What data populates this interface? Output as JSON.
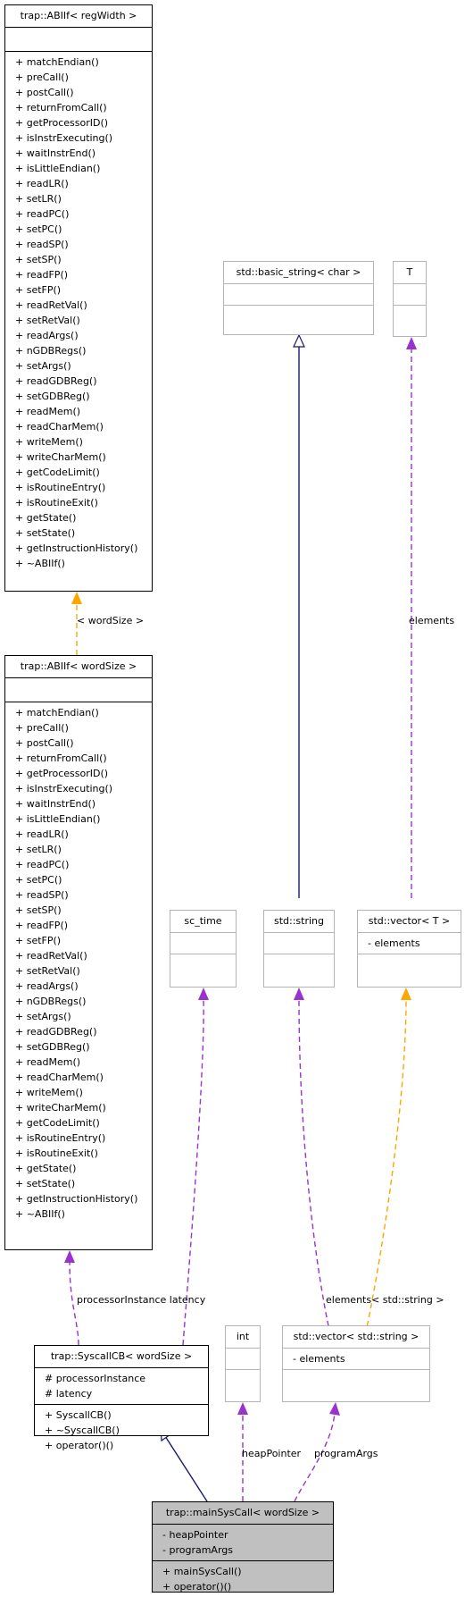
{
  "diagram": {
    "classes": {
      "abiif_regwidth": {
        "title": "trap::ABIIf< regWidth >",
        "attributes": [],
        "methods": [
          "+ matchEndian()",
          "+ preCall()",
          "+ postCall()",
          "+ returnFromCall()",
          "+ getProcessorID()",
          "+ isInstrExecuting()",
          "+ waitInstrEnd()",
          "+ isLittleEndian()",
          "+ readLR()",
          "+ setLR()",
          "+ readPC()",
          "+ setPC()",
          "+ readSP()",
          "+ setSP()",
          "+ readFP()",
          "+ setFP()",
          "+ readRetVal()",
          "+ setRetVal()",
          "+ readArgs()",
          "+ nGDBRegs()",
          "+ setArgs()",
          "+ readGDBReg()",
          "+ setGDBReg()",
          "+ readMem()",
          "+ readCharMem()",
          "+ writeMem()",
          "+ writeCharMem()",
          "+ getCodeLimit()",
          "+ isRoutineEntry()",
          "+ isRoutineExit()",
          "+ getState()",
          "+ setState()",
          "+ getInstructionHistory()",
          "+ ~ABIIf()"
        ]
      },
      "abiif_wordsize": {
        "title": "trap::ABIIf< wordSize >",
        "attributes": [],
        "methods": [
          "+ matchEndian()",
          "+ preCall()",
          "+ postCall()",
          "+ returnFromCall()",
          "+ getProcessorID()",
          "+ isInstrExecuting()",
          "+ waitInstrEnd()",
          "+ isLittleEndian()",
          "+ readLR()",
          "+ setLR()",
          "+ readPC()",
          "+ setPC()",
          "+ readSP()",
          "+ setSP()",
          "+ readFP()",
          "+ setFP()",
          "+ readRetVal()",
          "+ setRetVal()",
          "+ readArgs()",
          "+ nGDBRegs()",
          "+ setArgs()",
          "+ readGDBReg()",
          "+ setGDBReg()",
          "+ readMem()",
          "+ readCharMem()",
          "+ writeMem()",
          "+ writeCharMem()",
          "+ getCodeLimit()",
          "+ isRoutineEntry()",
          "+ isRoutineExit()",
          "+ getState()",
          "+ setState()",
          "+ getInstructionHistory()",
          "+ ~ABIIf()"
        ]
      },
      "basic_string": {
        "title": "std::basic_string< char >",
        "attributes": [],
        "methods": []
      },
      "t": {
        "title": "T",
        "attributes": [],
        "methods": []
      },
      "sc_time": {
        "title": "sc_time",
        "attributes": [],
        "methods": []
      },
      "std_string": {
        "title": "std::string",
        "attributes": [],
        "methods": []
      },
      "vector_t": {
        "title": "std::vector< T >",
        "attributes": [
          "- elements"
        ],
        "methods": []
      },
      "syscallcb": {
        "title": "trap::SyscallCB< wordSize >",
        "attributes": [
          "# processorInstance",
          "# latency"
        ],
        "methods": [
          "+ SyscallCB()",
          "+ ~SyscallCB()",
          "+ operator()()"
        ]
      },
      "int": {
        "title": "int",
        "attributes": [],
        "methods": []
      },
      "vector_string": {
        "title": "std::vector< std::string >",
        "attributes": [
          "- elements"
        ],
        "methods": []
      },
      "mainsyscall": {
        "title": "trap::mainSysCall< wordSize >",
        "attributes": [
          "- heapPointer",
          "- programArgs"
        ],
        "methods": [
          "+ mainSysCall()",
          "+ operator()()"
        ]
      }
    },
    "edge_labels": {
      "template_wordsize": "< wordSize >",
      "vector_t_elements": "elements",
      "syscall_members": "processorInstance\nlatency",
      "elements_string": "elements< std::string >",
      "heap_pointer": "heapPointer",
      "program_args": "programArgs"
    },
    "colors": {
      "inheritance": "#191970",
      "usage": "#9a32cd",
      "template": "#ffa500",
      "grey_border": "#b4b4b4",
      "highlight_fill": "#c0c0c0"
    }
  }
}
